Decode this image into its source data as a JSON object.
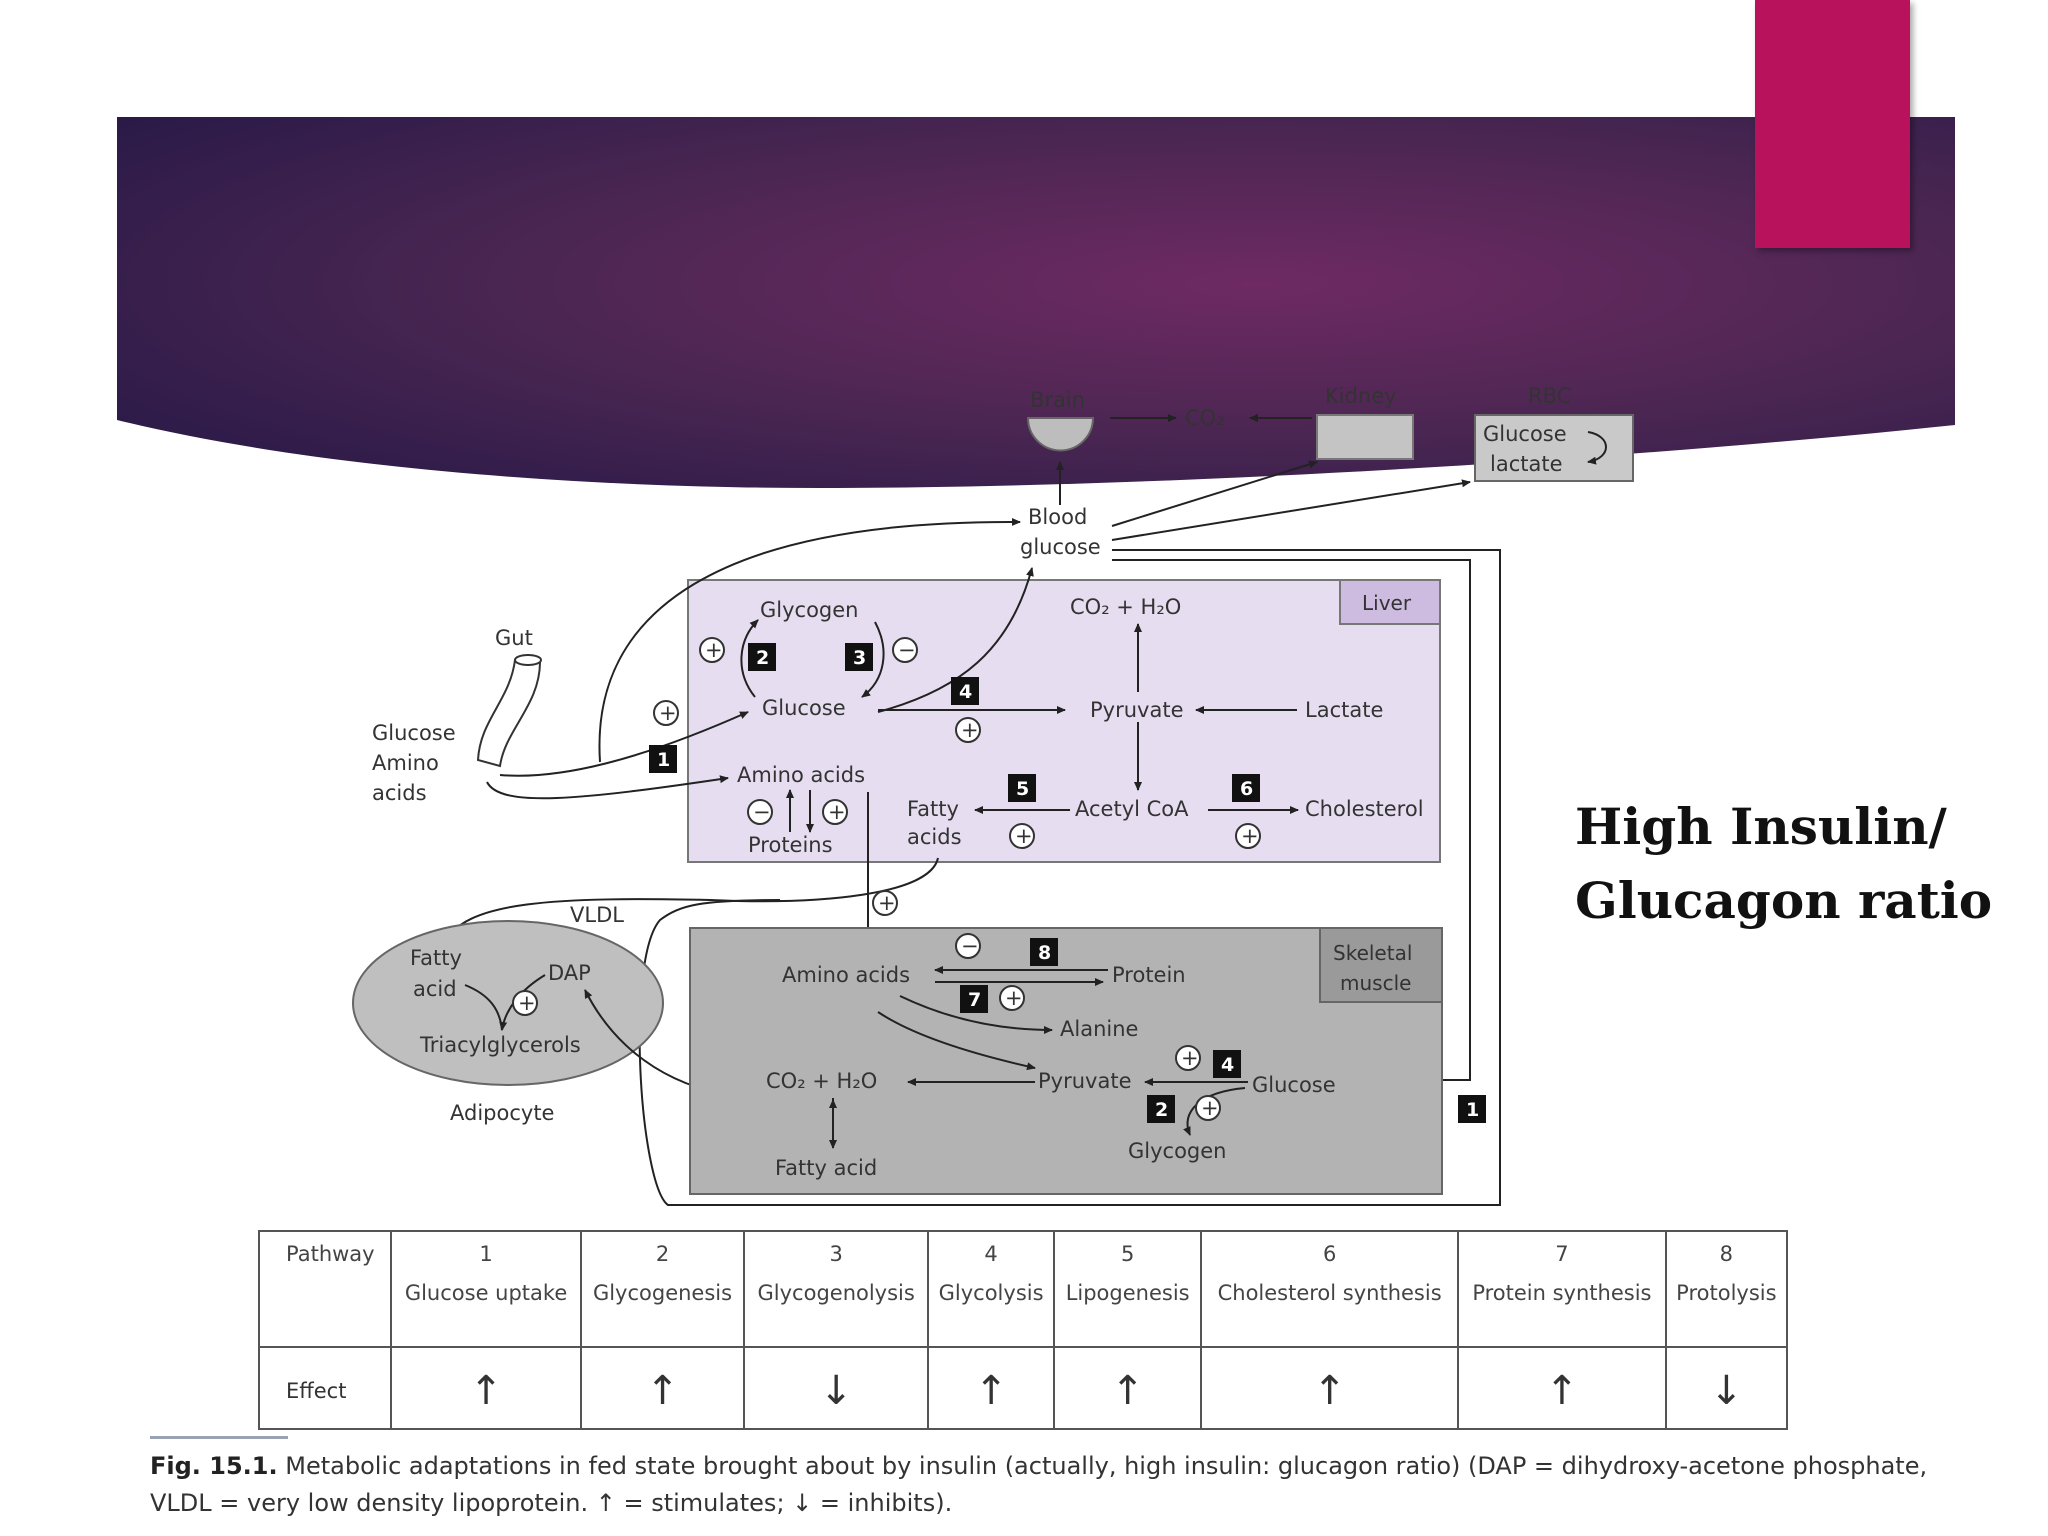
{
  "colors": {
    "banner_dark": "#2b1a48",
    "banner_mid": "#6e2a63",
    "accent": "#b8125d",
    "liver_fill": "#e6def0",
    "muscle_fill": "#b3b3b3",
    "adipocyte_fill": "#bfbfbf"
  },
  "side_title": {
    "line1": "High Insulin/",
    "line2": "Glucagon ratio"
  },
  "diagram": {
    "organs": {
      "brain": "Brain",
      "kidney": "Kidney",
      "rbc": "RBC",
      "rbc_glucose": "Glucose",
      "rbc_lactate": "lactate",
      "co2": "CO₂"
    },
    "blood": {
      "line1": "Blood",
      "line2": "glucose"
    },
    "gut": {
      "label": "Gut",
      "inputs": [
        "Glucose",
        "Amino",
        "acids"
      ]
    },
    "liver": {
      "label": "Liver",
      "glycogen": "Glycogen",
      "glucose": "Glucose",
      "co2_h2o": "CO₂ + H₂O",
      "pyruvate": "Pyruvate",
      "lactate": "Lactate",
      "amino_acids": "Amino acids",
      "proteins": "Proteins",
      "fatty": "Fatty",
      "acids": "acids",
      "acetyl_coa": "Acetyl CoA",
      "cholesterol": "Cholesterol"
    },
    "vldl": "VLDL",
    "adipocyte": {
      "label": "Adipocyte",
      "fatty": "Fatty",
      "acid": "acid",
      "dap": "DAP",
      "tag": "Triacylglycerols"
    },
    "muscle": {
      "label1": "Skeletal",
      "label2": "muscle",
      "amino_acids": "Amino acids",
      "protein": "Protein",
      "alanine": "Alanine",
      "co2_h2o": "CO₂ + H₂O",
      "pyruvate": "Pyruvate",
      "glucose": "Glucose",
      "glycogen": "Glycogen",
      "fatty_acid": "Fatty acid"
    },
    "badges": [
      "1",
      "2",
      "3",
      "4",
      "5",
      "6",
      "7",
      "8"
    ],
    "plus": "+",
    "minus": "−"
  },
  "table": {
    "row_header_1": "Pathway",
    "row_header_2": "Effect",
    "pathways": [
      {
        "num": "1",
        "name": "Glucose uptake",
        "effect": "↑"
      },
      {
        "num": "2",
        "name": "Glycogenesis",
        "effect": "↑"
      },
      {
        "num": "3",
        "name": "Glycogenolysis",
        "effect": "↓"
      },
      {
        "num": "4",
        "name": "Glycolysis",
        "effect": "↑"
      },
      {
        "num": "5",
        "name": "Lipogenesis",
        "effect": "↑"
      },
      {
        "num": "6",
        "name": "Cholesterol synthesis",
        "effect": "↑"
      },
      {
        "num": "7",
        "name": "Protein synthesis",
        "effect": "↑"
      },
      {
        "num": "8",
        "name": "Protolysis",
        "effect": "↓"
      }
    ]
  },
  "caption": {
    "fig": "Fig. 15.1.",
    "text": " Metabolic adaptations in fed state brought about by insulin (actually, high insulin: glucagon ratio) (DAP = dihydroxy-acetone phosphate, VLDL = very low density lipoprotein. ↑ = stimulates; ↓ = inhibits)."
  }
}
